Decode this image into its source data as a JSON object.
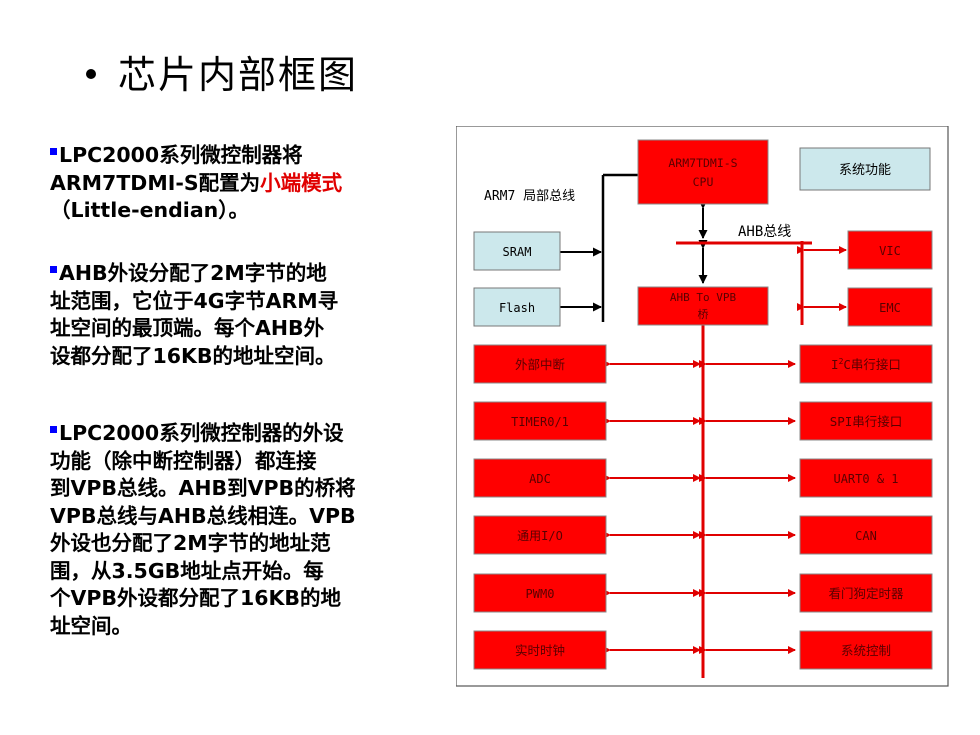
{
  "title": "芯片内部框图",
  "paragraphs": [
    {
      "lines": [
        {
          "pre": "LPC2000系列微控制器将",
          "red": "",
          "post": ""
        },
        {
          "pre": "ARM7TDMI-S配置为",
          "red": "小端模式",
          "post": ""
        },
        {
          "pre": "（Little-endian）。",
          "red": "",
          "post": ""
        }
      ]
    },
    {
      "lines": [
        {
          "pre": "AHB外设分配了2M字节的地",
          "red": "",
          "post": ""
        },
        {
          "pre": "址范围，它位于4G字节ARM寻",
          "red": "",
          "post": ""
        },
        {
          "pre": "址空间的最顶端。每个AHB外",
          "red": "",
          "post": ""
        },
        {
          "pre": "设都分配了16KB的地址空间。",
          "red": "",
          "post": ""
        }
      ]
    },
    {
      "lines": [
        {
          "pre": "LPC2000系列微控制器的外设",
          "red": "",
          "post": ""
        },
        {
          "pre": "功能（除中断控制器）都连接",
          "red": "",
          "post": ""
        },
        {
          "pre": "到VPB总线。AHB到VPB的桥将",
          "red": "",
          "post": ""
        },
        {
          "pre": "VPB总线与AHB总线相连。VPB",
          "red": "",
          "post": ""
        },
        {
          "pre": "外设也分配了2M字节的地址范",
          "red": "",
          "post": ""
        },
        {
          "pre": "围，从3.5GB地址点开始。每",
          "red": "",
          "post": ""
        },
        {
          "pre": "个VPB外设都分配了16KB的地",
          "red": "",
          "post": ""
        },
        {
          "pre": "址空间。",
          "red": "",
          "post": ""
        }
      ]
    }
  ],
  "diagram": {
    "cpu_line1": "ARM7TDMI-S",
    "cpu_line2": "CPU",
    "sys_func": "系统功能",
    "arm7_bus_label": "ARM7 局部总线",
    "ahb_bus_label": "AHB总线",
    "sram": "SRAM",
    "flash": "Flash",
    "vic": "VIC",
    "emc": "EMC",
    "bridge_line1": "AHB To VPB",
    "bridge_line2": "桥",
    "left_blocks": [
      "外部中断",
      "TIMER0/1",
      "ADC",
      "通用I/O",
      "PWM0",
      "实时时钟"
    ],
    "right_blocks": [
      {
        "pre": "I",
        "sup": "2",
        "post": "C串行接口"
      },
      {
        "pre": "SPI串行接口",
        "sup": "",
        "post": ""
      },
      {
        "pre": "UART0 & 1",
        "sup": "",
        "post": ""
      },
      {
        "pre": "CAN",
        "sup": "",
        "post": ""
      },
      {
        "pre": "看门狗定时器",
        "sup": "",
        "post": ""
      },
      {
        "pre": "系统控制",
        "sup": "",
        "post": ""
      }
    ],
    "colors": {
      "block_red": "#ff0000",
      "block_cyan": "#cce8ec",
      "line_red": "#e00000"
    }
  }
}
